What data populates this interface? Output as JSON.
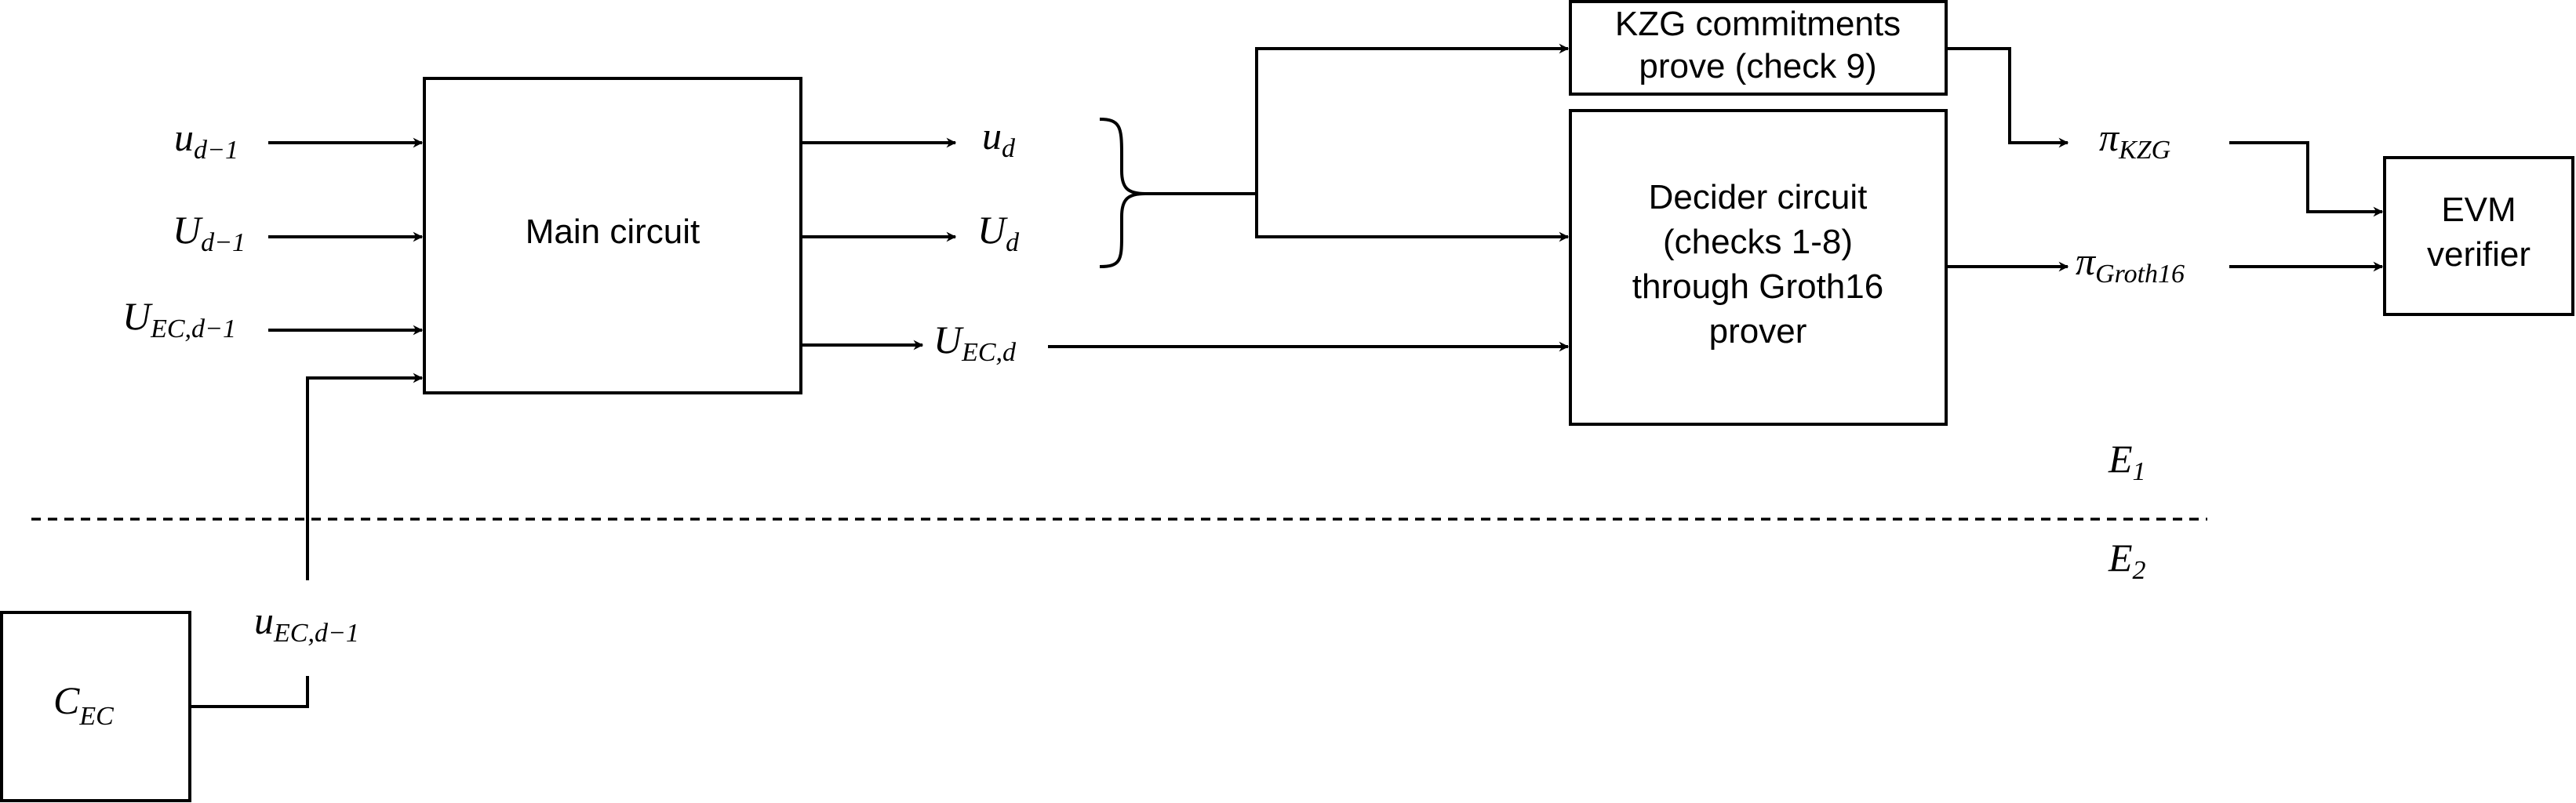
{
  "boxes": {
    "main_circuit": "Main circuit",
    "kzg": [
      "KZG commitments",
      "prove (check 9)"
    ],
    "decider": [
      "Decider circuit",
      "(checks 1-8)",
      "through Groth16",
      "prover"
    ],
    "evm": [
      "EVM",
      "verifier"
    ],
    "cec": {
      "base": "C",
      "sub": "EC"
    }
  },
  "inputs": {
    "u_prev": {
      "base": "u",
      "sub": "d−1"
    },
    "U_prev": {
      "base": "U",
      "sub": "d−1"
    },
    "UEC_prev": {
      "base": "U",
      "sub": "EC,d−1"
    },
    "uEC_prev": {
      "base": "u",
      "sub": "EC,d−1"
    }
  },
  "outputs": {
    "u_d": {
      "base": "u",
      "sub": "d"
    },
    "U_d": {
      "base": "U",
      "sub": "d"
    },
    "UEC_d": {
      "base": "U",
      "sub": "EC,d"
    }
  },
  "proofs": {
    "pi_kzg": {
      "base": "π",
      "sub": "KZG"
    },
    "pi_groth": {
      "base": "π",
      "sub": "Groth16"
    }
  },
  "curves": {
    "E1": {
      "base": "E",
      "sub": "1"
    },
    "E2": {
      "base": "E",
      "sub": "2"
    }
  }
}
